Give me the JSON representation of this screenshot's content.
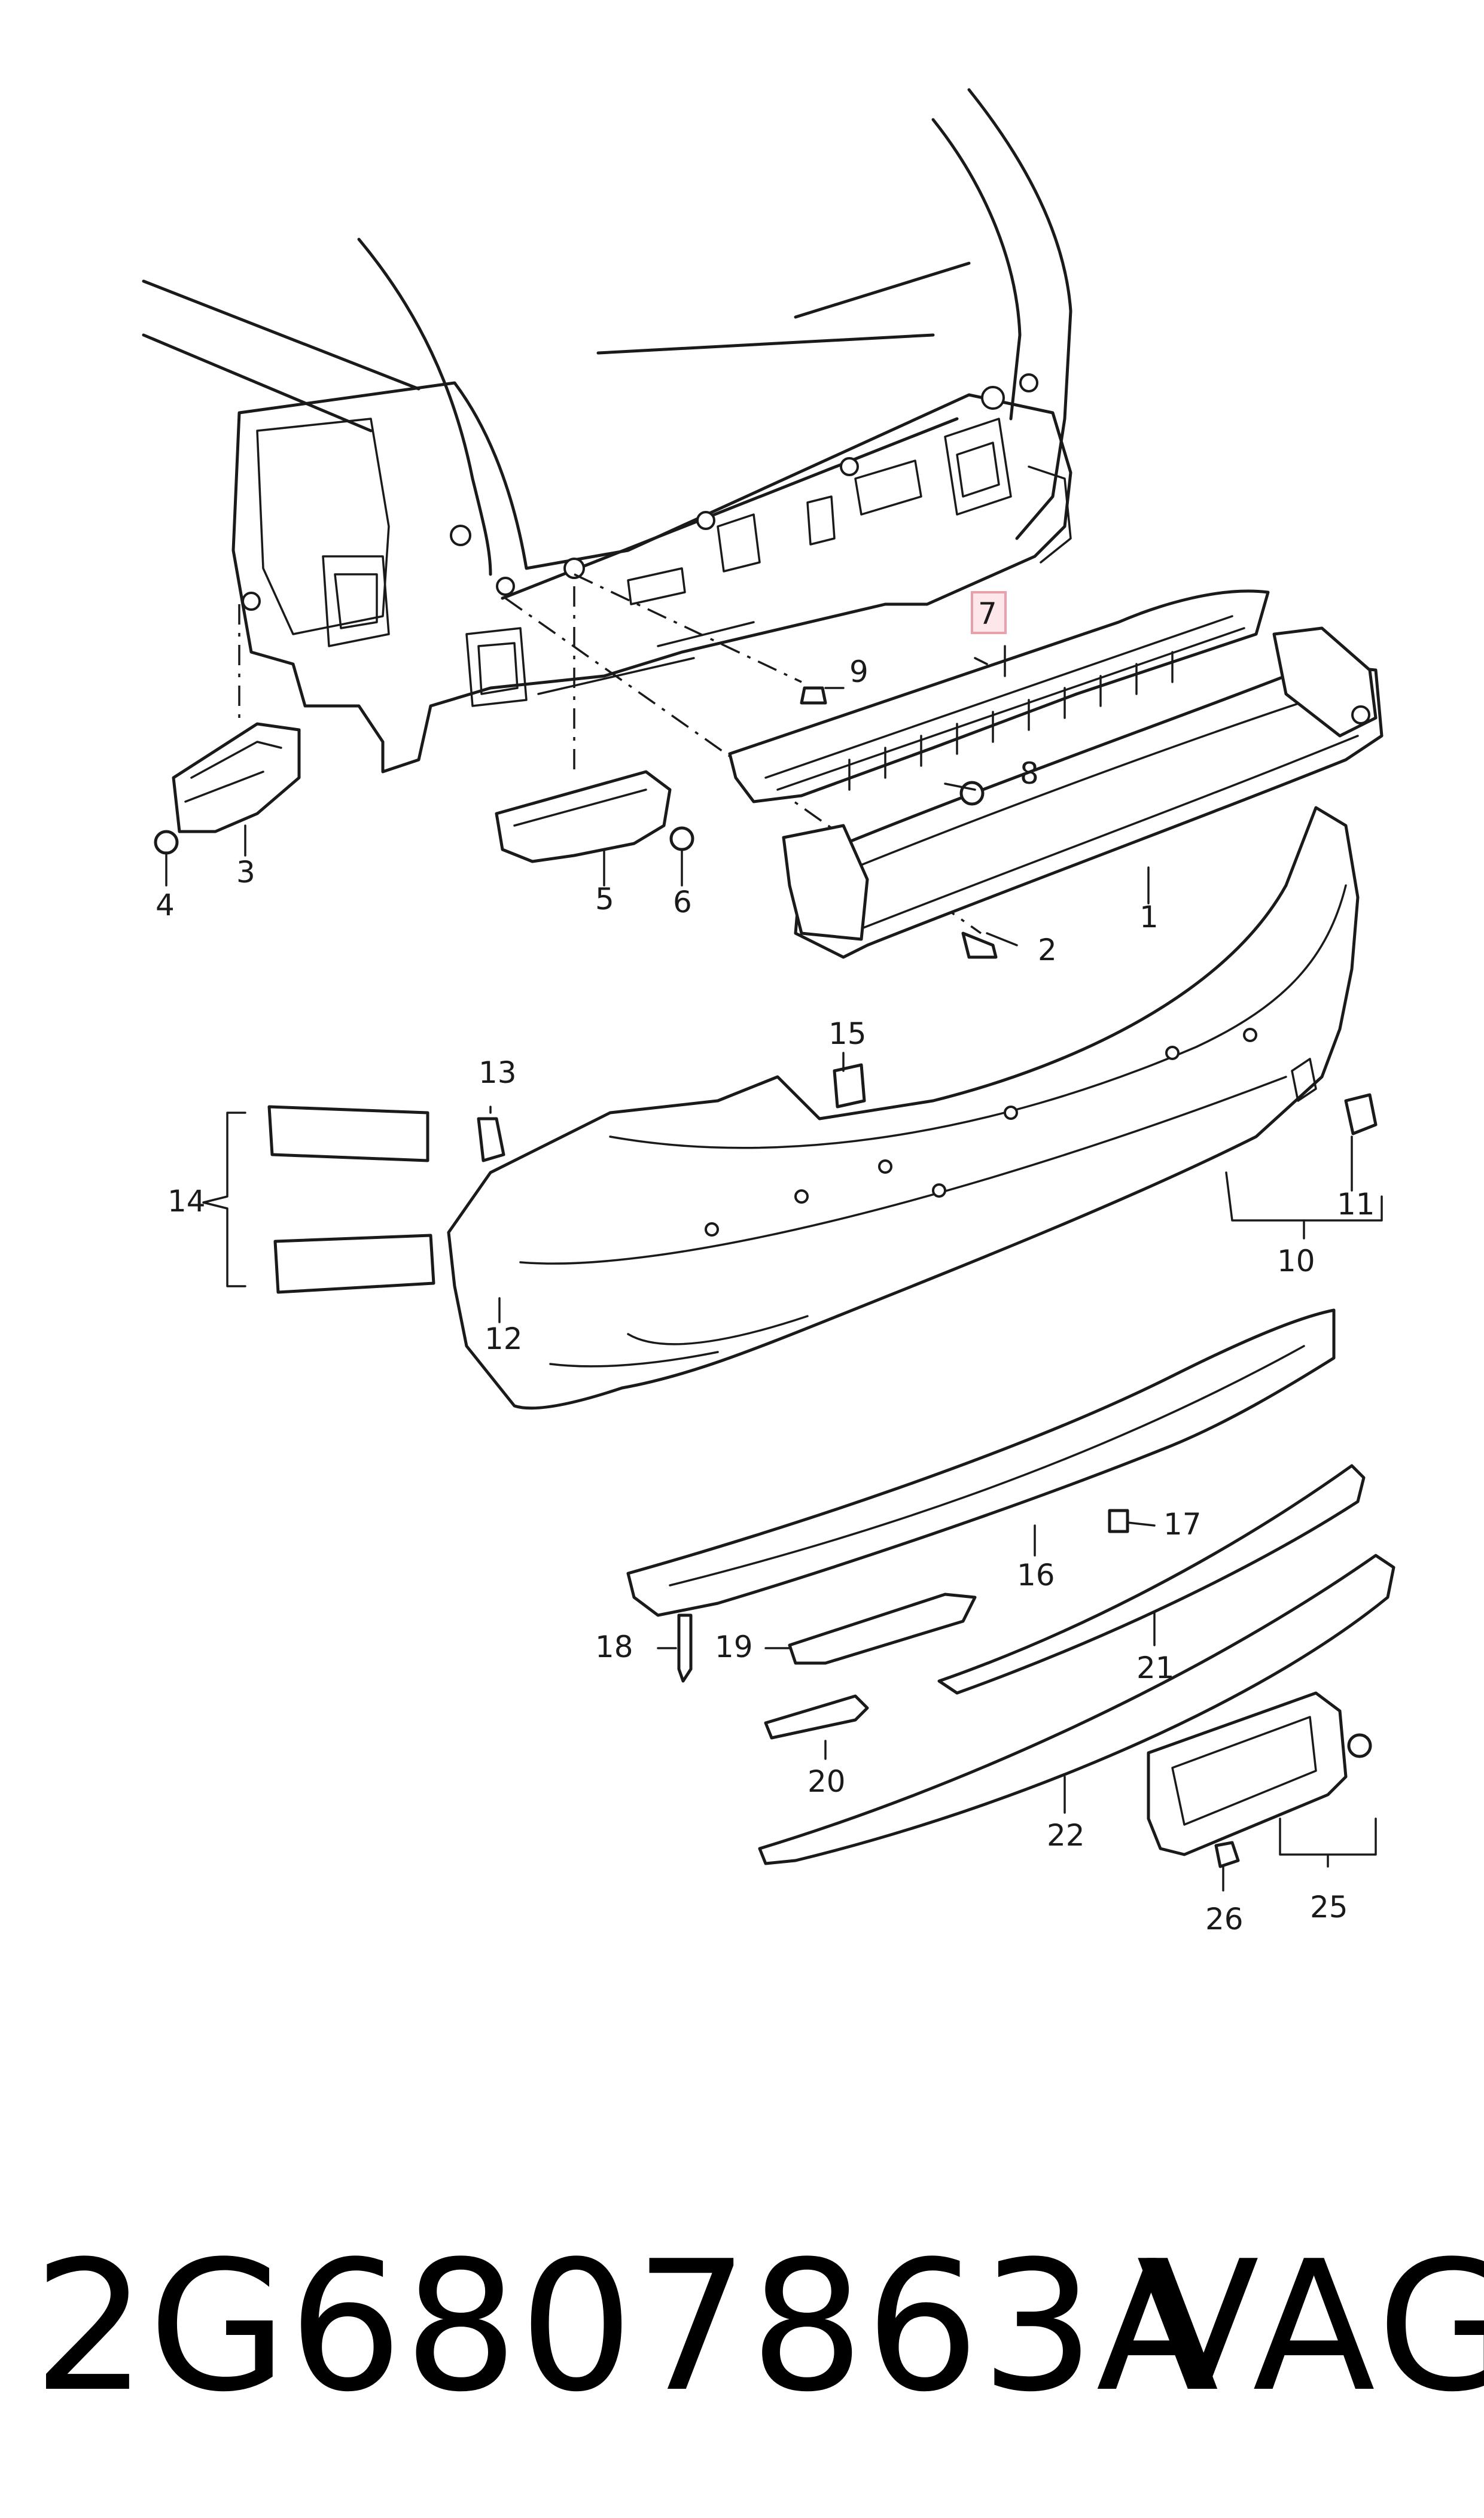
{
  "diagram": {
    "callouts": [
      "1",
      "2",
      "3",
      "4",
      "5",
      "6",
      "7",
      "8",
      "9",
      "10",
      "11",
      "12",
      "13",
      "14",
      "15",
      "16",
      "17",
      "18",
      "19",
      "20",
      "21",
      "22",
      "25",
      "26"
    ],
    "highlighted_callout": "7",
    "highlight_color": "#e8a0aa"
  },
  "footer": {
    "part_number": "2G6807863A",
    "brand": "VAG"
  }
}
